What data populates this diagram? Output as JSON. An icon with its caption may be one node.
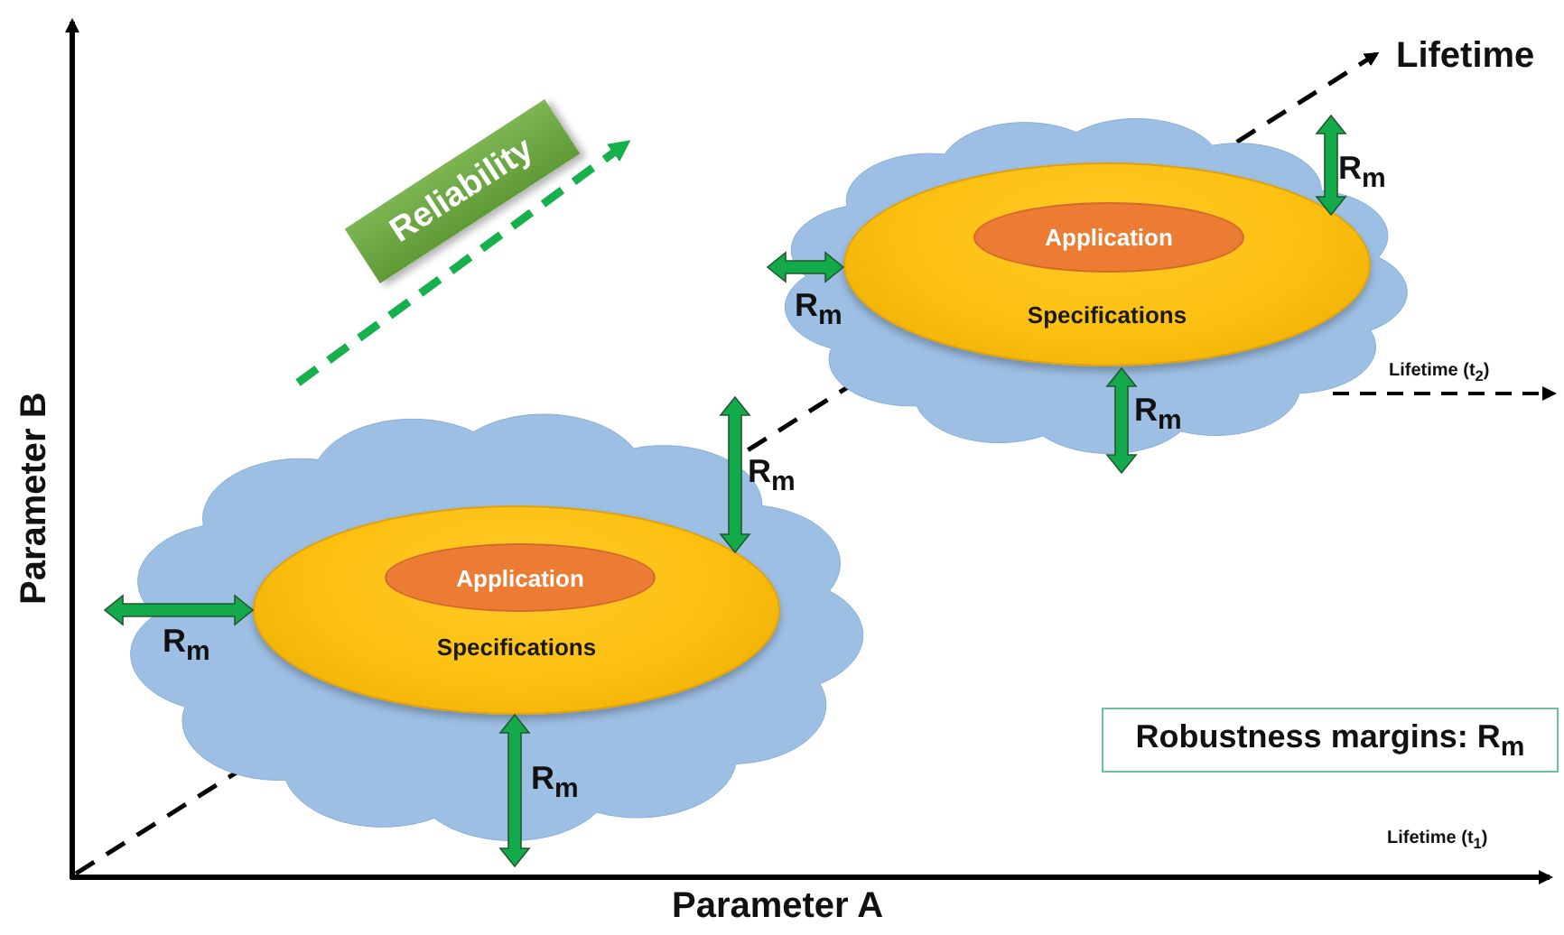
{
  "diagram": {
    "nodes": [
      {
        "text": [],
        "shape": "cloud"
      },
      {
        "text": [
          "Specifications"
        ],
        "in": 0
      },
      {
        "text": [
          "Application"
        ],
        "in": 1
      },
      {
        "text": [],
        "shape": "cloud"
      },
      {
        "text": [
          "Specifications"
        ],
        "in": 3
      },
      {
        "text": [
          "Application"
        ],
        "in": 4
      },
      {
        "text": [
          "Reliability"
        ]
      },
      {
        "text": [
          "Robustness margins: R$_{m}$"
        ]
      }
    ],
    "labels": [
      "Lifetime",
      "R$_{m}$",
      "R$_{m}$",
      "Lifetime (t$_{2}$)",
      "R$_{m}$",
      "Parameter B",
      "R$_{m}$",
      "R$_{m}$",
      "R$_{m}$",
      "Lifetime (t$_{1}$)",
      "Parameter A"
    ]
  }
}
